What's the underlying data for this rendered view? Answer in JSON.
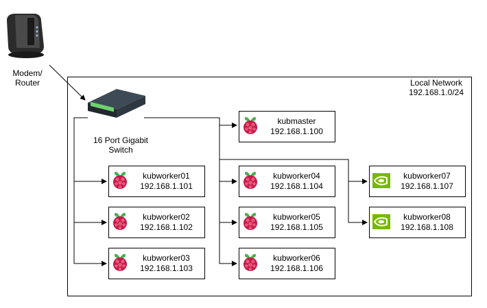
{
  "modem": {
    "label_line1": "Modem/",
    "label_line2": "Router",
    "icon": "modem-icon"
  },
  "network": {
    "title": "Local Network",
    "subnet": "192.168.1.0/24"
  },
  "switch": {
    "label_line1": "16 Port Gigabit",
    "label_line2": "Switch",
    "icon": "network-switch-icon"
  },
  "nodes": {
    "kubmaster": {
      "name": "kubmaster",
      "ip": "192.168.1.100",
      "icon": "raspberry-pi-icon"
    },
    "kubworker01": {
      "name": "kubworker01",
      "ip": "192.168.1.101",
      "icon": "raspberry-pi-icon"
    },
    "kubworker02": {
      "name": "kubworker02",
      "ip": "192.168.1.102",
      "icon": "raspberry-pi-icon"
    },
    "kubworker03": {
      "name": "kubworker03",
      "ip": "192.168.1.103",
      "icon": "raspberry-pi-icon"
    },
    "kubworker04": {
      "name": "kubworker04",
      "ip": "192.168.1.104",
      "icon": "raspberry-pi-icon"
    },
    "kubworker05": {
      "name": "kubworker05",
      "ip": "192.168.1.105",
      "icon": "raspberry-pi-icon"
    },
    "kubworker06": {
      "name": "kubworker06",
      "ip": "192.168.1.106",
      "icon": "raspberry-pi-icon"
    },
    "kubworker07": {
      "name": "kubworker07",
      "ip": "192.168.1.107",
      "icon": "nvidia-icon"
    },
    "kubworker08": {
      "name": "kubworker08",
      "ip": "192.168.1.108",
      "icon": "nvidia-icon"
    }
  },
  "colors": {
    "raspberry_red": "#c51a4a",
    "raspberry_leaf": "#4caf50",
    "nvidia_green": "#76b900",
    "line": "#000000"
  }
}
